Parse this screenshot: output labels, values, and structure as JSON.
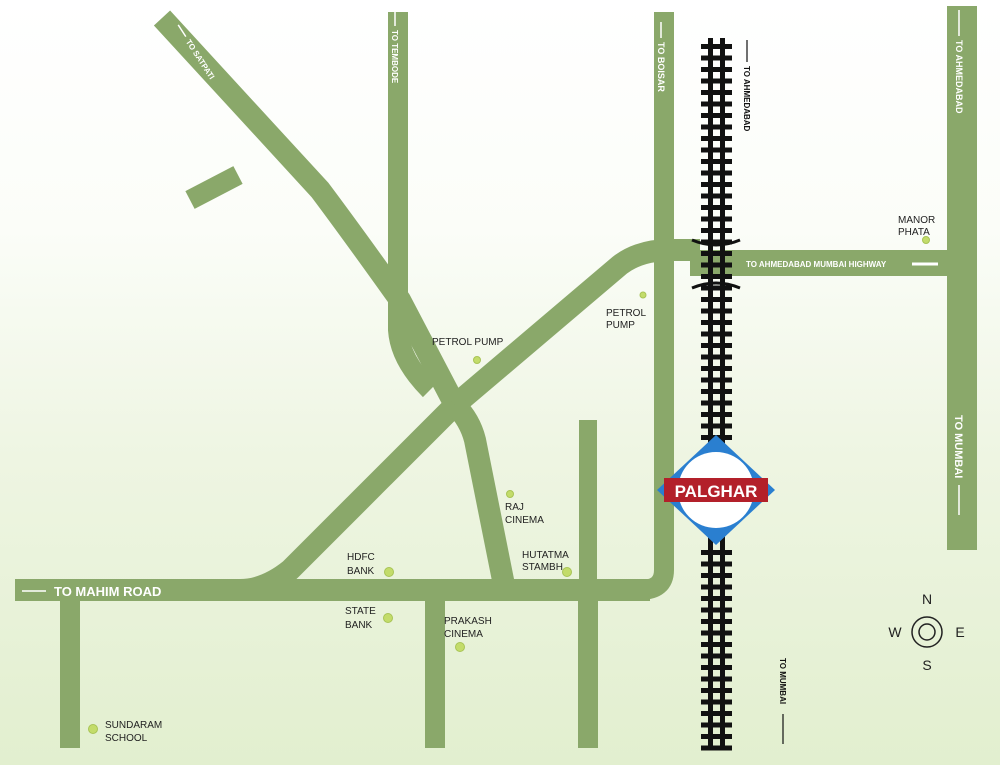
{
  "map": {
    "colors": {
      "road": "#8aa86a",
      "rail": "#111111",
      "station_blue": "#2a7fd0",
      "station_red": "#b3202a",
      "poi_dot": "#c3dc6a"
    },
    "station": {
      "name": "PALGHAR"
    },
    "road_labels": {
      "satpati": "TO SATPATI",
      "tembode": "TO TEMBODE",
      "boisar": "TO BOISAR",
      "ahmedabad_road": "TO AHMEDABAD",
      "mumbai_road": "TO MUMBAI",
      "highway": "TO AHMEDABAD MUMBAI HIGHWAY",
      "mahim": "TO MAHIM ROAD"
    },
    "rail_labels": {
      "north": "TO AHMEDABAD",
      "south": "TO MUMBAI"
    },
    "landmarks": [
      {
        "line1": "MANOR",
        "line2": "PHATA"
      },
      {
        "line1": "PETROL",
        "line2": "PUMP"
      },
      {
        "line1": "PETROL PUMP",
        "line2": ""
      },
      {
        "line1": "RAJ",
        "line2": "CINEMA"
      },
      {
        "line1": "HDFC",
        "line2": "BANK"
      },
      {
        "line1": "HUTATMA",
        "line2": "STAMBH"
      },
      {
        "line1": "STATE",
        "line2": "BANK"
      },
      {
        "line1": "PRAKASH",
        "line2": "CINEMA"
      },
      {
        "line1": "SUNDARAM",
        "line2": "SCHOOL"
      }
    ],
    "compass": {
      "n": "N",
      "e": "E",
      "s": "S",
      "w": "W"
    }
  }
}
